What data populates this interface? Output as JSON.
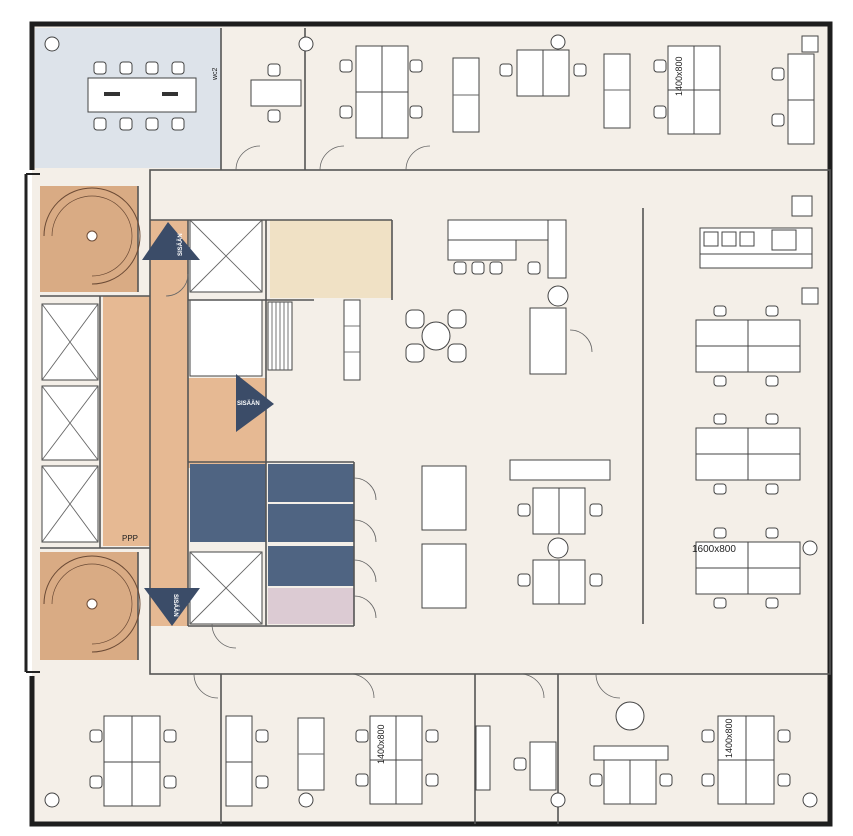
{
  "labels": {
    "wc": "wc2",
    "entrance": "SISÄÄN",
    "desk_1400": "1400x800",
    "desk_1600": "1600x800",
    "ppp": "PPP"
  },
  "colors": {
    "floor": "#f4efe8",
    "meeting_room": "#dde3ea",
    "stairwell": "#d9ab84",
    "corridor": "#e6b993",
    "wc_blue": "#4f6482",
    "wc_pink": "#dccbd3",
    "kitchen": "#f0e1c5",
    "arrow": "#3b4c68"
  }
}
